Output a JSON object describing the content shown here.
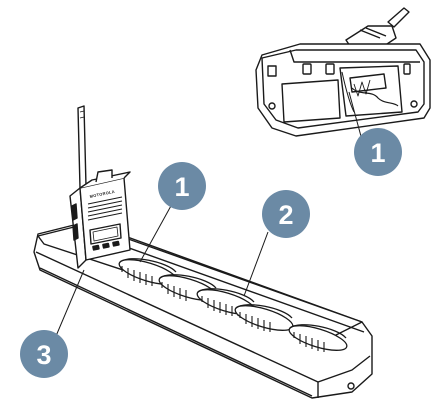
{
  "callouts": [
    {
      "id": "inset-1",
      "label": "1"
    },
    {
      "id": "main-1",
      "label": "1"
    },
    {
      "id": "main-2",
      "label": "2"
    },
    {
      "id": "main-3",
      "label": "3"
    }
  ],
  "radio": {
    "brand": "MOTOROLA"
  },
  "colors": {
    "callout_fill": "#6b8aa5",
    "callout_text": "#ffffff",
    "line": "#1a1a1a",
    "body_fill": "#ffffff"
  }
}
